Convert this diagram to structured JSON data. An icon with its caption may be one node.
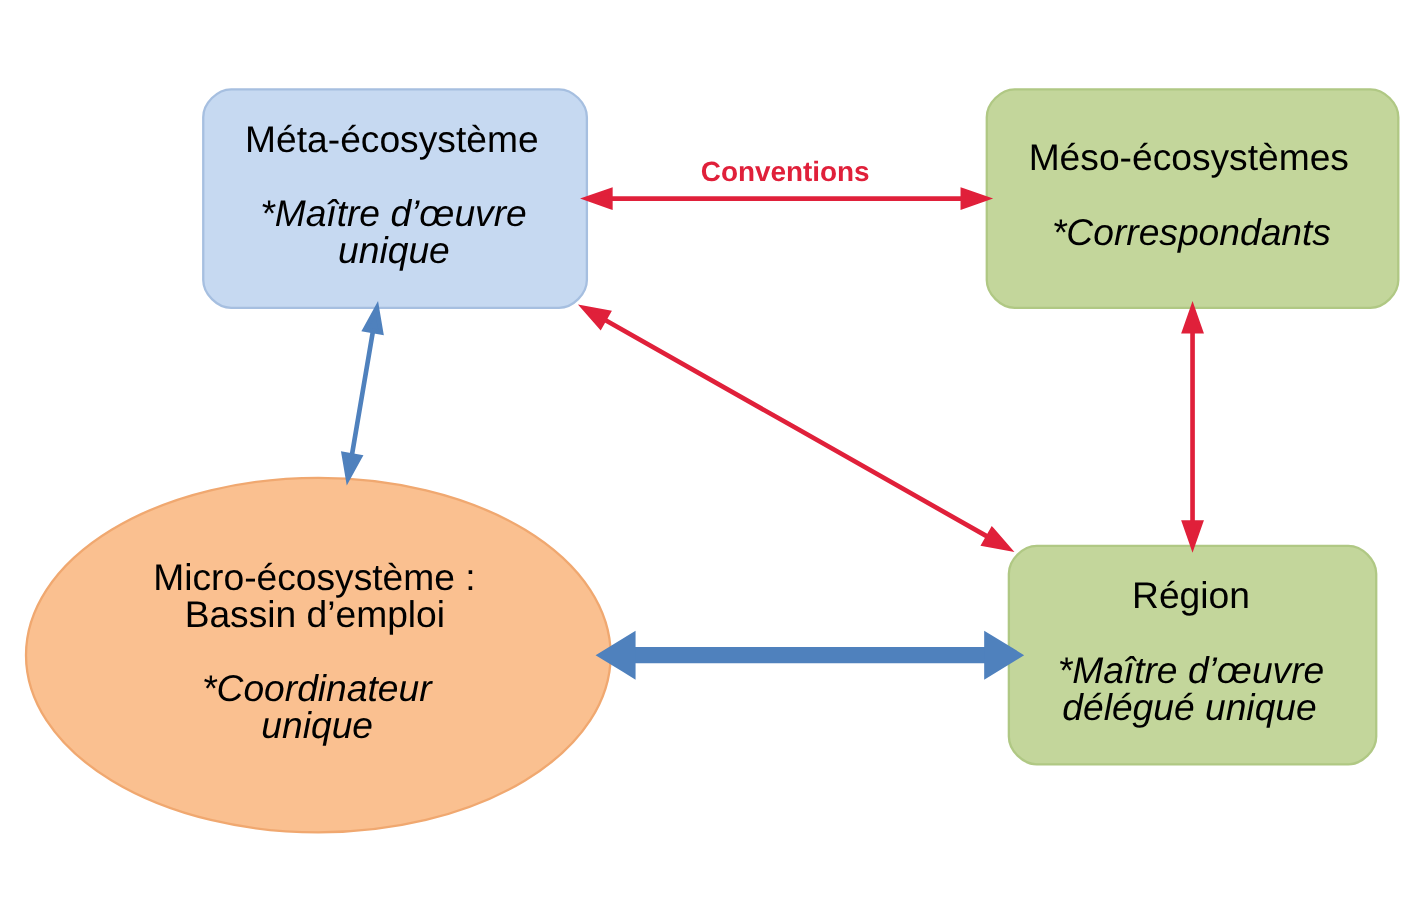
{
  "diagram": {
    "nodes": [
      {
        "text": [
          "Méta-écosystème",
          "*Maître d’œuvre unique"
        ]
      },
      {
        "text": [
          "Méso-écosystèmes",
          "*Correspondants"
        ]
      },
      {
        "text": [
          "Région",
          "*Maître d’œuvre délégué unique"
        ]
      },
      {
        "text": [
          "Micro-écosystème : Bassin d’emploi",
          "*Coordinateur unique"
        ]
      }
    ],
    "edges": [
      {
        "from": 0,
        "to": 1,
        "arrow": "both",
        "label": "Conventions"
      },
      {
        "from": 1,
        "to": 2,
        "arrow": "both"
      },
      {
        "from": 0,
        "to": 2,
        "arrow": "both"
      },
      {
        "from": 0,
        "to": 3,
        "arrow": "both",
        "color": "#4f81bd"
      },
      {
        "from": 3,
        "to": 2,
        "arrow": "both",
        "style": "thick",
        "color": "#4f81bd"
      }
    ]
  }
}
